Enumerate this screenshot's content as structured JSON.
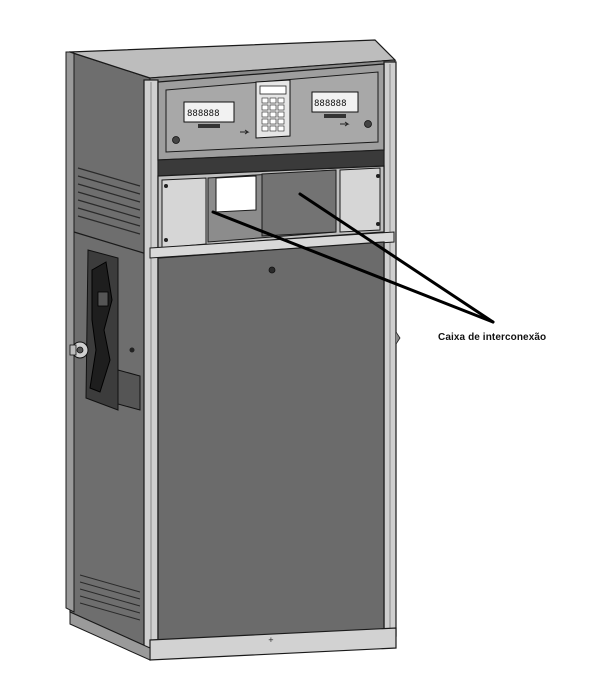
{
  "figure": {
    "callout_label": "Caixa de interconexão",
    "display_left": {
      "digits": "888888"
    },
    "display_right": {
      "digits": "888888"
    }
  },
  "colors": {
    "panel_dark": "#6b6b6b",
    "frame_light": "#c9c9c9",
    "window_white": "#ffffff",
    "outline": "#1a1a1a"
  }
}
